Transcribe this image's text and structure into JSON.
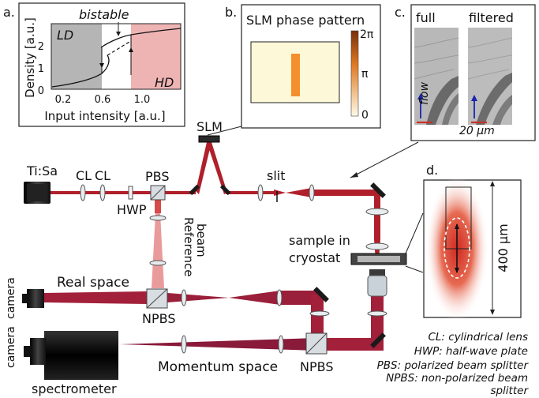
{
  "panels": {
    "a": {
      "label": "a.",
      "region_left": "LD",
      "region_right": "HD",
      "annotation": "bistable",
      "xlabel": "Input intensity [a.u.]",
      "ylabel": "Density [a.u.]",
      "xticks": [
        "0.2",
        "0.6",
        "1.0"
      ],
      "yticks": [
        "0",
        "1",
        "2"
      ],
      "colors": {
        "ld": "#b5b5b5",
        "hd": "#eeb4b4",
        "curve": "#111111"
      }
    },
    "b": {
      "label": "b.",
      "title": "SLM phase pattern",
      "colorbar_ticks": [
        "2π",
        "π",
        "0"
      ],
      "colors": {
        "background": "#fdf8d8",
        "stripe": "#f4902c",
        "bar_top": "#8b3a0e",
        "bar_bottom": "#fff8e0"
      }
    },
    "c": {
      "label": "c.",
      "left_title": "full",
      "right_title": "filtered",
      "flow_label": "flow",
      "scale_label": "20 μm",
      "colors": {
        "arrow": "#1a23b0",
        "scalebar": "#c8322a"
      }
    },
    "d": {
      "label": "d.",
      "size_label": "400 μm",
      "colors": {
        "spot": "#d8382c"
      }
    }
  },
  "setup": {
    "laser": "Ti:Sa",
    "cl1": "CL",
    "cl2": "CL",
    "pbs": "PBS",
    "hwp": "HWP",
    "slm": "SLM",
    "slit": "slit",
    "reference_beam": "Reference beam",
    "real_space": "Real space",
    "momentum_space": "Momentum space",
    "npbs1": "NPBS",
    "npbs2": "NPBS",
    "camera1": "camera",
    "camera2": "camera",
    "spectrometer": "spectrometer",
    "sample": "sample in cryostat",
    "colors": {
      "beam": "#b0202a",
      "label_dark": "#5a0f3a",
      "reference_label": "#d05050"
    }
  },
  "legend": [
    "CL: cylindrical lens",
    "HWP: half-wave plate",
    "PBS: polarized beam splitter",
    "NPBS: non-polarized beam splitter"
  ]
}
